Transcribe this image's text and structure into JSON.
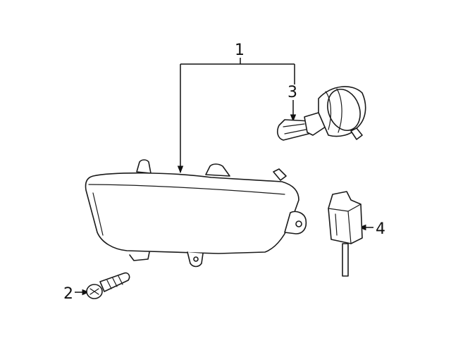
{
  "diagram": {
    "callouts": [
      {
        "id": "1",
        "label": "1"
      },
      {
        "id": "2",
        "label": "2"
      },
      {
        "id": "3",
        "label": "3"
      },
      {
        "id": "4",
        "label": "4"
      }
    ],
    "colors": {
      "line": "#1a1a1a",
      "background": "#ffffff"
    }
  }
}
